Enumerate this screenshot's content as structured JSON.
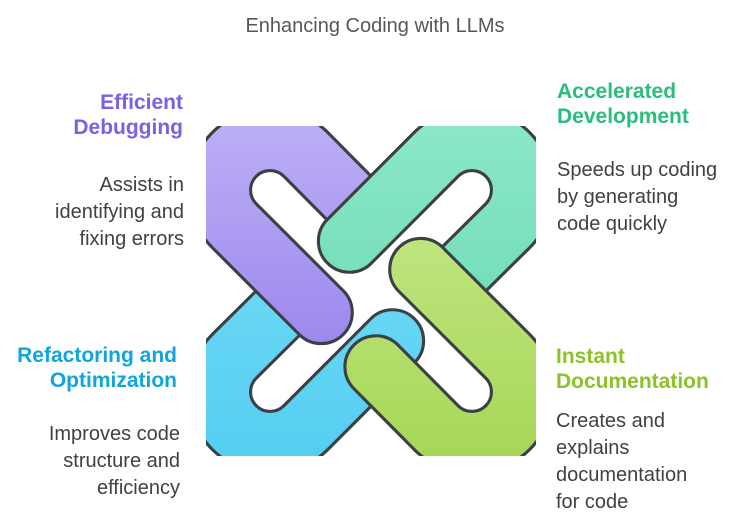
{
  "title": "Enhancing Coding with LLMs",
  "sections": {
    "debugging": {
      "title_lines": [
        "Efficient",
        "Debugging"
      ],
      "desc_lines": [
        "Assists in",
        "identifying and",
        "fixing errors"
      ],
      "accent": "#7B5FE4"
    },
    "development": {
      "title_lines": [
        "Accelerated",
        "Development"
      ],
      "desc_lines": [
        "Speeds up coding",
        "by generating",
        "code quickly"
      ],
      "accent": "#2BBD7C"
    },
    "refactoring": {
      "title_lines": [
        "Refactoring and",
        "Optimization"
      ],
      "desc_lines": [
        "Improves code",
        "structure and",
        "efficiency"
      ],
      "accent": "#10A5DF"
    },
    "documentation": {
      "title_lines": [
        "Instant",
        "Documentation"
      ],
      "desc_lines": [
        "Creates and",
        "explains",
        "documentation",
        "for code"
      ],
      "accent": "#8CC227"
    }
  },
  "knot": {
    "outline": "#3B4045",
    "loops": {
      "debugging": {
        "light": "#BCAEF6",
        "dark": "#8E74E9"
      },
      "development": {
        "light": "#8BE7C7",
        "dark": "#5FD6A9"
      },
      "refactoring": {
        "light": "#7FE0F7",
        "dark": "#55CEF2"
      },
      "documentation": {
        "light": "#CBEC94",
        "dark": "#A6D757"
      }
    }
  },
  "colors": {
    "title_text": "#56575B",
    "body_text": "#3E4145",
    "background": "#FFFFFF"
  }
}
